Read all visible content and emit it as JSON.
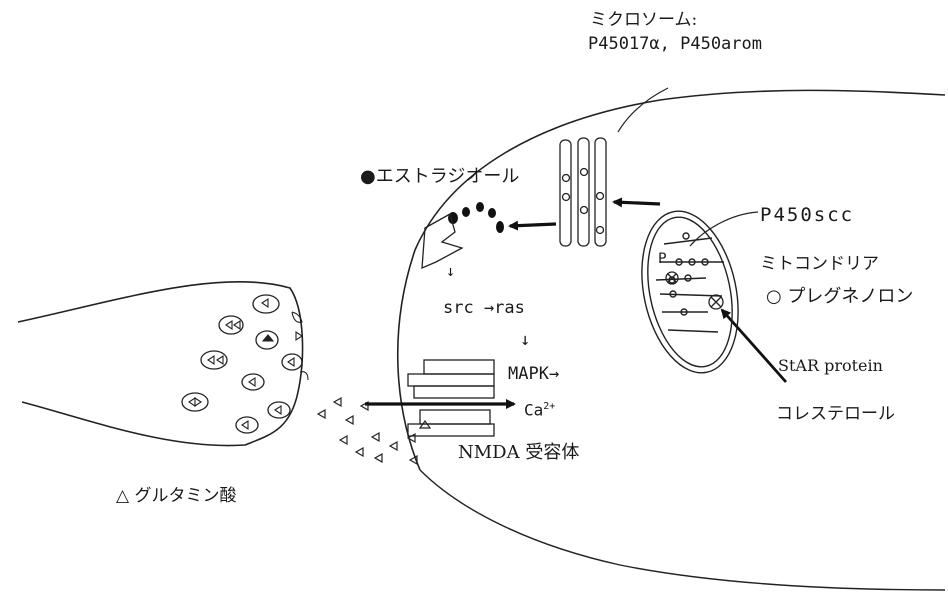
{
  "labels": {
    "microsome_title": "ミクロソーム:",
    "microsome_enzymes": "P45017α, P450arom",
    "estradiol": "●エストラジオール",
    "p450scc": "P450scc",
    "p_label": "P",
    "mitochondria": "ミトコンドリア",
    "pregnenolone": "○ プレグネノロン",
    "src_ras": "src →ras",
    "down_arrow_1": "↓",
    "down_arrow_2": "↓",
    "mapk": "MAPK→",
    "ca": "Ca",
    "ca_sup": "2+",
    "nmda": "NMDA 受容体",
    "star": "StAR protein",
    "cholesterol": "コレステロール",
    "glutamate": "△ グルタミン酸"
  }
}
